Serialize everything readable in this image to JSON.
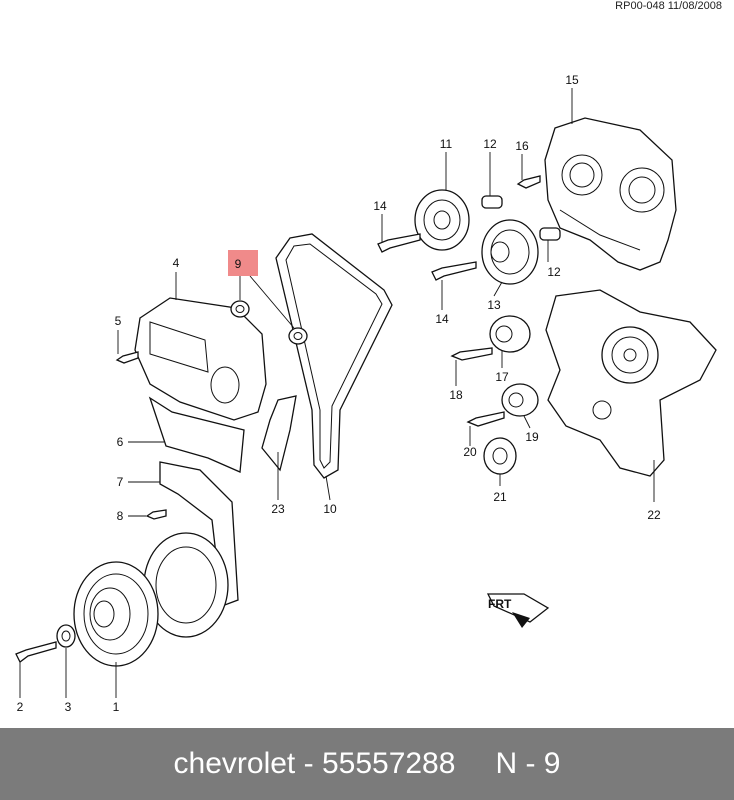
{
  "header": {
    "reference": "RP00-048 11/08/2008"
  },
  "callouts": [
    "1",
    "2",
    "3",
    "4",
    "5",
    "6",
    "7",
    "8",
    "9",
    "10",
    "11",
    "12",
    "12",
    "13",
    "14",
    "14",
    "15",
    "16",
    "17",
    "18",
    "19",
    "20",
    "21",
    "22",
    "23"
  ],
  "highlight": {
    "label": "9",
    "color": "#f08a8a"
  },
  "direction_badge": {
    "text": "FRT"
  },
  "footer": {
    "brand": "chevrolet",
    "dash": "-",
    "part_number": "55557288",
    "item": "N - 9"
  },
  "colors": {
    "footer_bg": "#7b7b7b",
    "footer_text": "#ffffff",
    "line": "#111111"
  }
}
